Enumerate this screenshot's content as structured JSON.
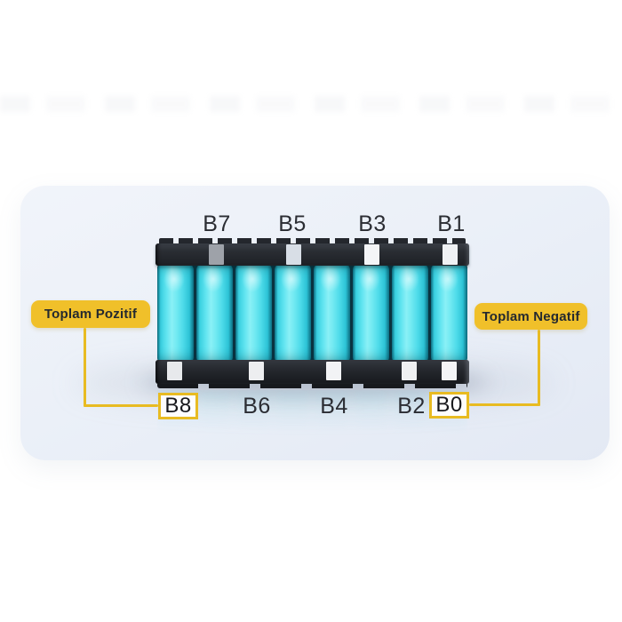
{
  "diagram": {
    "description": "Battery pack cell terminal diagram",
    "cell_count": 8,
    "top_terminals": [
      "B7",
      "B5",
      "B3",
      "B1"
    ],
    "bottom_terminals": [
      "B6",
      "B4",
      "B2"
    ],
    "positive_terminal": "B8",
    "negative_terminal": "B0"
  },
  "callouts": {
    "positive_label": "Toplam Pozitif",
    "negative_label": "Toplam Negatif"
  },
  "colors": {
    "accent_yellow": "#F0C02A",
    "connector_yellow": "#E8BB22",
    "callout_text": "#24292F",
    "terminal_text": "#2B2D33",
    "battery_cyan": "#55E0EE",
    "holder_black": "#23262B",
    "card_background": "#EAEFF7"
  }
}
